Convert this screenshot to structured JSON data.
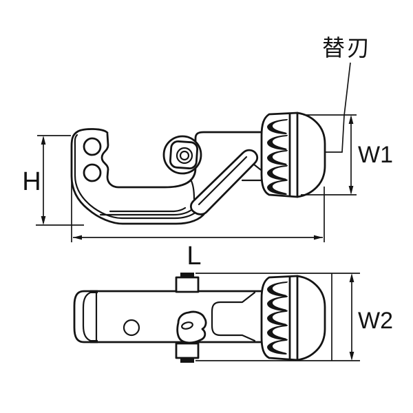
{
  "figure": {
    "callouts": {
      "replacement_blade": "替刃"
    },
    "dimensions": {
      "height_label": "H",
      "length_label": "L",
      "head_width_label": "W1",
      "body_width_label": "W2"
    },
    "colors": {
      "line": "#141414",
      "background": "#ffffff"
    }
  }
}
